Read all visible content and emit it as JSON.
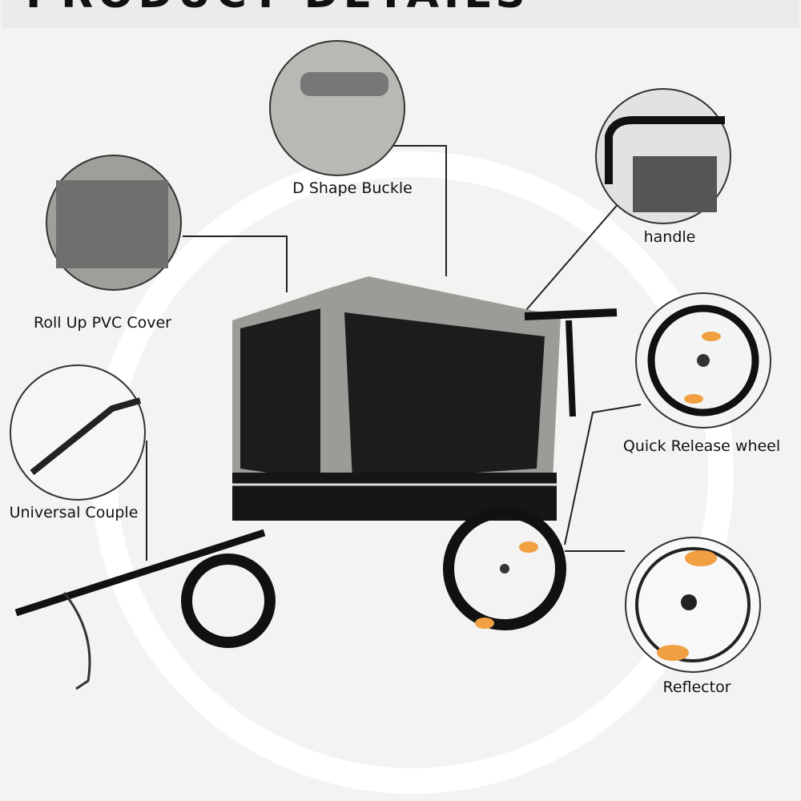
{
  "header": {
    "title": "PRODUCT DETAILS"
  },
  "callouts": [
    {
      "label": "D Shape Buckle",
      "icon": "buckle-photo"
    },
    {
      "label": "handle",
      "icon": "handle-photo"
    },
    {
      "label": "Roll Up PVC Cover",
      "icon": "cover-photo"
    },
    {
      "label": "Quick Release wheel",
      "icon": "wheel-photo"
    },
    {
      "label": "Universal Couple",
      "icon": "coupler-photo"
    },
    {
      "label": "Reflector",
      "icon": "reflector-photo"
    }
  ],
  "colors": {
    "canopy": "#9a9d97",
    "frame": "#1a1a1a",
    "reflector": "#f0a040"
  }
}
